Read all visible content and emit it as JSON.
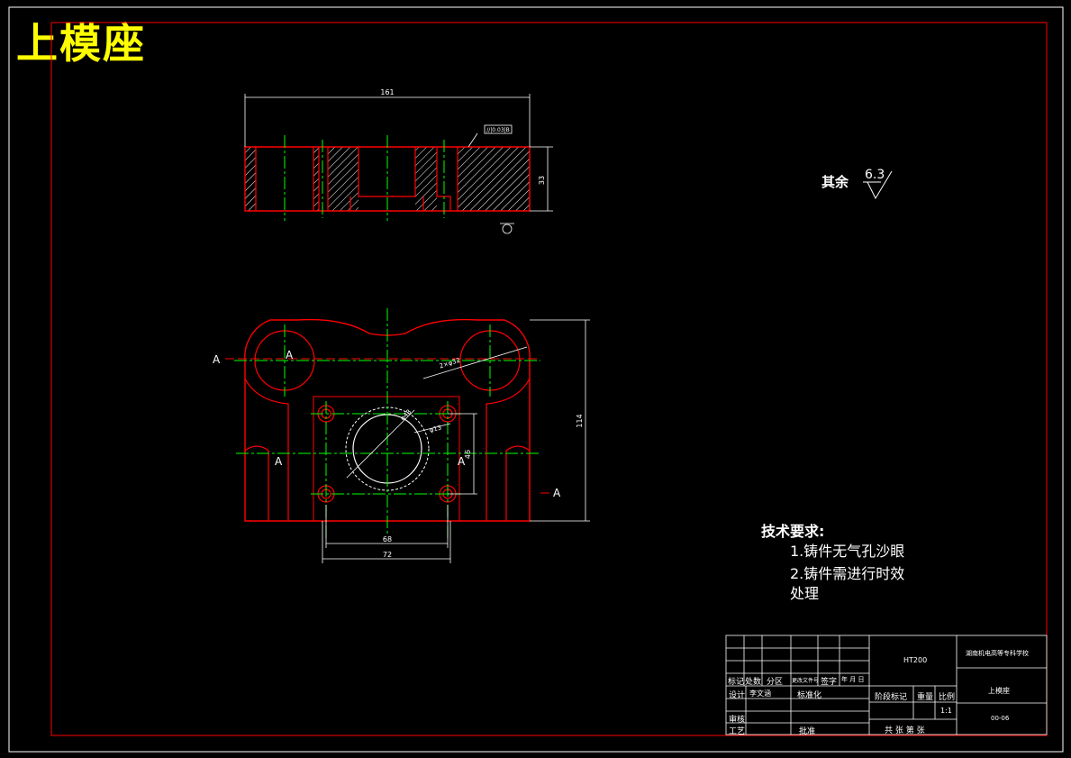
{
  "drawing_title": "上模座",
  "surface_finish": {
    "label": "其余",
    "value": "6.3"
  },
  "technical_requirements": {
    "heading": "技术要求:",
    "items": [
      "1.铸件无气孔沙眼",
      "2.铸件需进行时效",
      "处理"
    ]
  },
  "dimensions": {
    "top_width": "161",
    "top_height": "33",
    "plan_height": "114",
    "hole_spacing_h": "68",
    "base_width": "72",
    "hole_spacing_v": "46",
    "pillar_dia": "2×φ32",
    "center_hole_dia": "φ48",
    "hole_dia": "φ13",
    "tolerance_box": "//|0.03|B"
  },
  "section_labels": [
    "A",
    "A",
    "A",
    "A",
    "A"
  ],
  "title_block": {
    "material": "HT200",
    "school": "湖南机电高等专科学校",
    "part_name": "上模座",
    "drawing_no": "00-06",
    "scale": "1:1",
    "headers": [
      "标记",
      "处数",
      "分区",
      "更改文件号",
      "签字",
      "年 月 日"
    ],
    "designer_label": "设计",
    "designer": "李文涵",
    "standardization": "标准化",
    "review": "审核",
    "process": "工艺",
    "approve": "批准",
    "stage_label": "阶段标记",
    "weight_label": "重量",
    "scale_label": "比例",
    "sheets": "共  张  第  张"
  },
  "colors": {
    "border": "#ff0000",
    "outline": "#ff0000",
    "center": "#00ff00",
    "dim": "#ffffff",
    "title": "#ffff00"
  }
}
